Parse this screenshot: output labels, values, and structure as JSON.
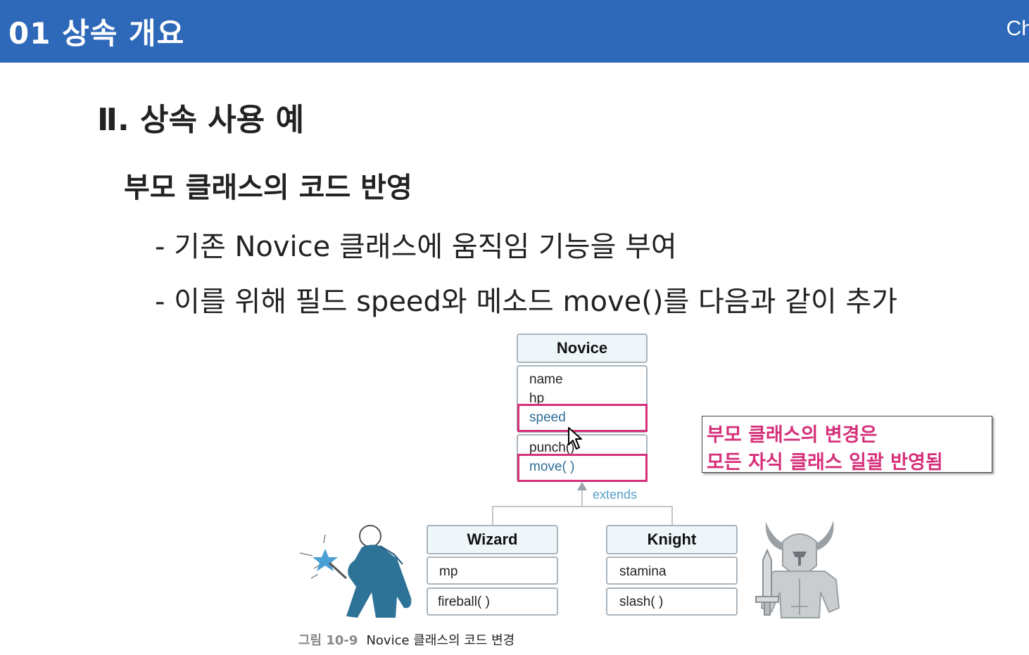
{
  "header": {
    "title": "01 상속 개요",
    "right_text": "Ch"
  },
  "section_heading": "Ⅱ. 상속 사용 예",
  "subheading": "부모 클래스의 코드 반영",
  "bullets": [
    "- 기존 Novice 클래스에 움직임 기능을 부여",
    "- 이를 위해 필드 speed와 메소드 move()를 다음과 같이 추가"
  ],
  "diagram": {
    "novice": {
      "name": "Novice",
      "fields": [
        "name",
        "hp",
        "speed"
      ],
      "methods": [
        "punch()",
        "move( )"
      ]
    },
    "extends_label": "extends",
    "wizard": {
      "name": "Wizard",
      "field": "mp",
      "method": "fireball( )"
    },
    "knight": {
      "name": "Knight",
      "field": "stamina",
      "method": "slash( )"
    },
    "colors": {
      "highlight": "#d5307a",
      "header_fill": "#eef6fa",
      "border": "#aab4bc",
      "wizard_robe": "#2d7297",
      "knight_armor": "#c9cdd0"
    }
  },
  "callout": {
    "line1": "부모 클래스의 변경은",
    "line2": "모든 자식 클래스 일괄 반영됨"
  },
  "caption": {
    "number": "그림 10-9",
    "text": "Novice 클래스의 코드 변경"
  },
  "icons": [
    "wizard-illustration",
    "knight-illustration",
    "mouse-cursor-icon"
  ]
}
